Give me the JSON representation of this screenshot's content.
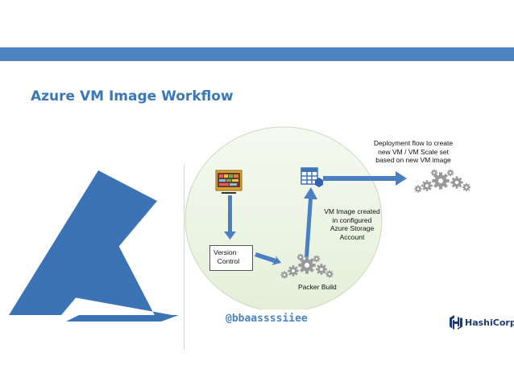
{
  "slide": {
    "title": "Azure VM Image Workflow",
    "handle": "@bbaassssiiee",
    "brand": "HashiCorp"
  },
  "diagram": {
    "version_control": [
      "Version",
      "Control"
    ],
    "packer_build": "Packer Build",
    "vm_image": [
      "VM Image created",
      "in configured",
      "Azure Storage",
      "Account"
    ],
    "deployment": [
      "Deployment flow to create",
      "new VM / VM Scale set",
      "based on new VM image"
    ]
  },
  "colors": {
    "accent_band": "#4b84c0",
    "title": "#3b77b7",
    "circle_fill": "#eaf3e3",
    "arrow": "#4a7fc1",
    "azure_logo": "#3b73b5",
    "gear": "#9a9a9a"
  },
  "icons": [
    "azure-logo-icon",
    "code-editor-icon",
    "storage-table-icon",
    "gear-cluster-icon",
    "hashicorp-logo-icon"
  ]
}
